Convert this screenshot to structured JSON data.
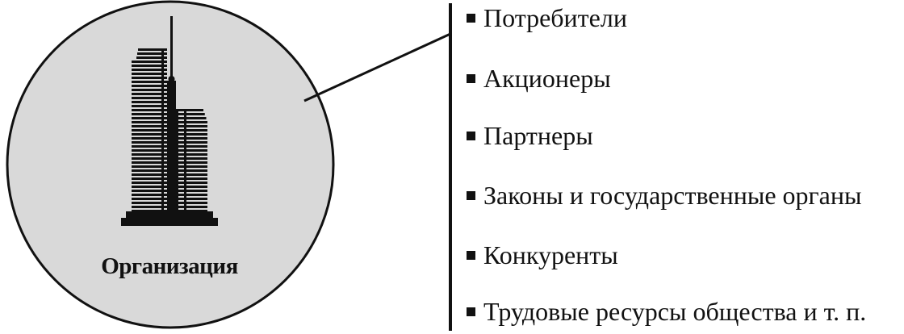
{
  "organization": {
    "label": "Организация",
    "icon": "skyscraper-icon",
    "circle_fill": "#d9d9d9"
  },
  "environment_items": [
    "Потребители",
    "Акционеры",
    "Партнеры",
    "Законы и государственные органы",
    "Конкуренты",
    "Трудовые ресурсы общества и т. п."
  ]
}
